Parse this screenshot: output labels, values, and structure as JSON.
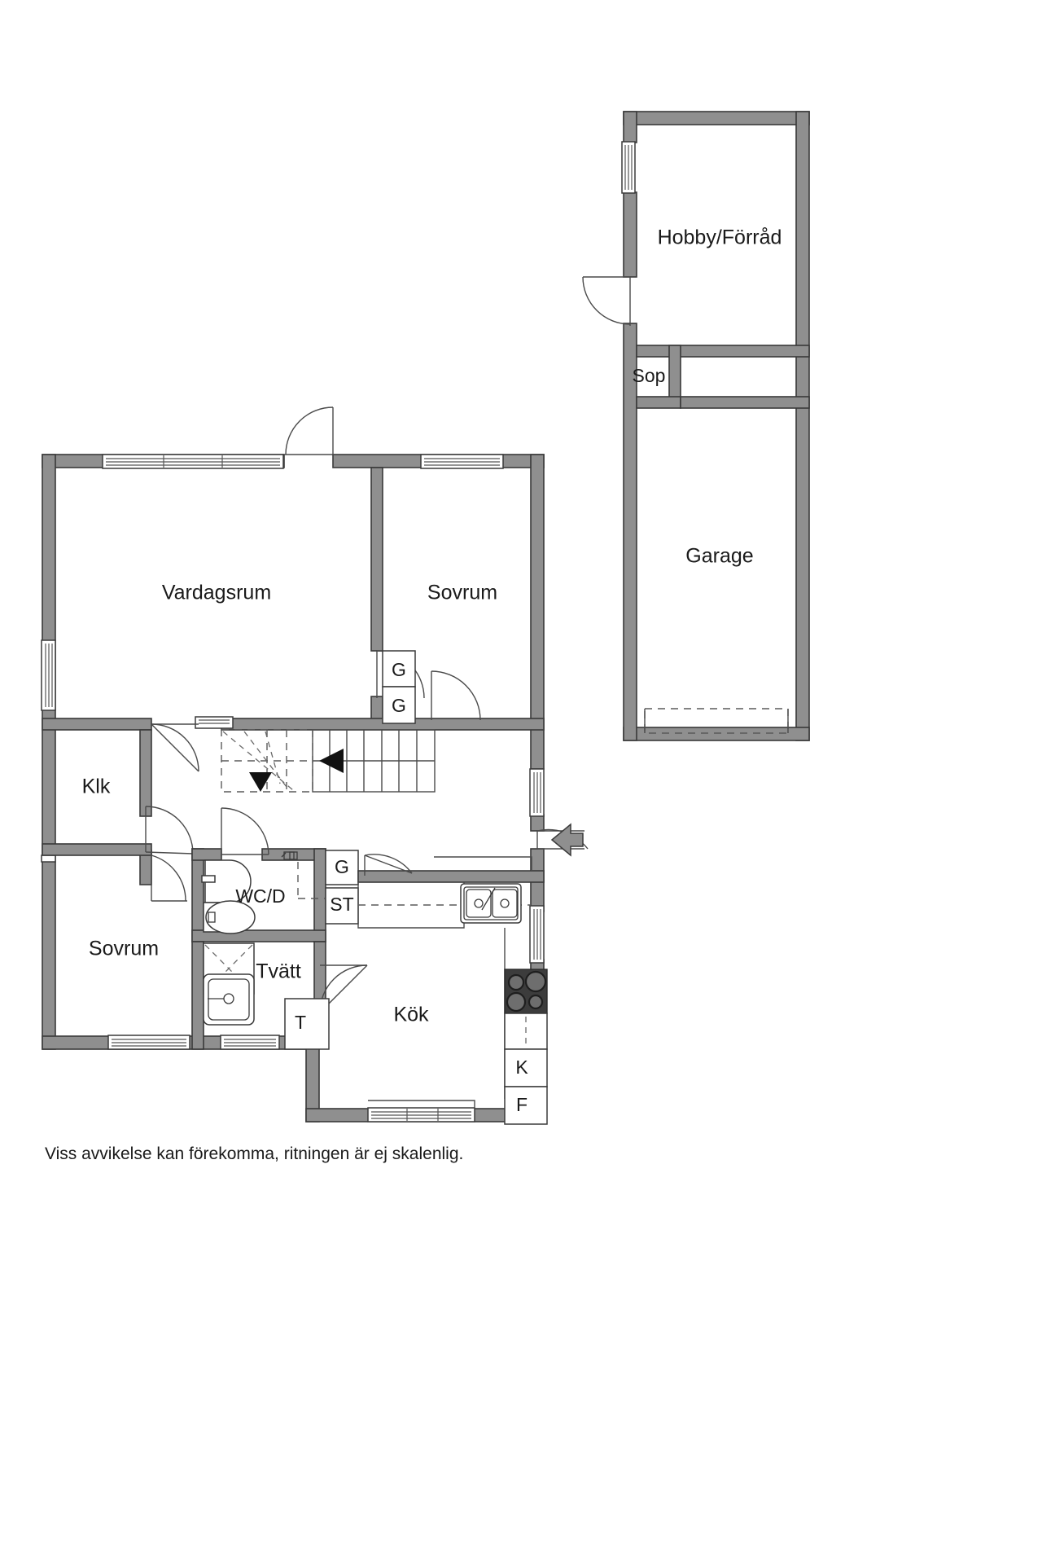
{
  "document": {
    "type": "floor-plan",
    "language": "sv",
    "caption": "Viss avvikelse kan förekomma, ritningen är ej skalenlig."
  },
  "rooms": {
    "hobby": {
      "label": "Hobby/Förråd"
    },
    "sop": {
      "label": "Sop"
    },
    "garage": {
      "label": "Garage"
    },
    "vardagsrum": {
      "label": "Vardagsrum"
    },
    "sovrum_upper": {
      "label": "Sovrum"
    },
    "sovrum_lower": {
      "label": "Sovrum"
    },
    "klk": {
      "label": "Klk"
    },
    "wc_d": {
      "label": "WC/D"
    },
    "tvatt": {
      "label": "Tvätt"
    },
    "kok": {
      "label": "Kök"
    }
  },
  "closets": {
    "g_top": {
      "label": "G"
    },
    "g_bottom": {
      "label": "G"
    },
    "g_hall": {
      "label": "G"
    },
    "st": {
      "label": "ST"
    },
    "t_dryer": {
      "label": "T"
    }
  },
  "appliances": {
    "k_stove": {
      "label": "K"
    },
    "f_fridge": {
      "label": "F"
    }
  },
  "colors": {
    "wall_fill": "#8f8f8f",
    "wall_stroke": "#3a3a3a",
    "text": "#1a1a1a",
    "hob": "#3c3c3c",
    "entry_arrow": "#8f8f8f",
    "stair_arrow": "#111111",
    "background": "#ffffff"
  },
  "symbols": {
    "entry_door_arrow": "entry-direction-arrow",
    "stair_down_arrow": "stair-direction-arrow-left",
    "landing_down_arrow": "landing-direction-arrow-down",
    "garage_door": "sectional-garage-door-dashed"
  }
}
